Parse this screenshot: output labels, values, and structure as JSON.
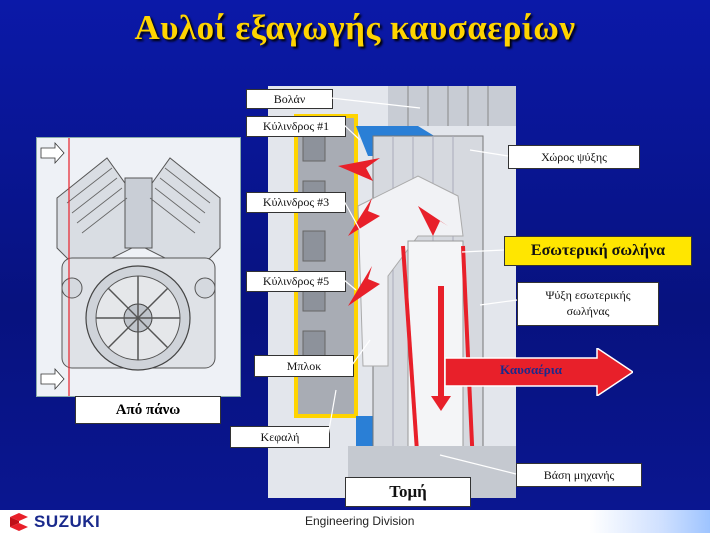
{
  "title": "Αυλοί εξαγωγής καυσαερίων",
  "labels": {
    "volan": "Βολάν",
    "cyl1": "Κύλινδρος #1",
    "cyl3": "Κύλινδρος #3",
    "cyl5": "Κύλινδρος #5",
    "block": "Μπλοκ",
    "head": "Κεφαλή",
    "cooling_space": "Χώρος ψύξης",
    "inner_pipe": "Εσωτερική σωλήνα",
    "inner_pipe_cooling_line1": "Ψύξη εσωτερικής",
    "inner_pipe_cooling_line2": "σωλήνας",
    "exhaust": "Καυσαέρια",
    "engine_base": "Βάση μηχανής",
    "section": "Τομή",
    "top_view": "Από πάνω"
  },
  "footer": {
    "brand": "SUZUKI",
    "division": "Engineering Division"
  },
  "colors": {
    "background": "#0a1496",
    "title": "#ffd400",
    "arrow": "#e8202a",
    "highlight": "#ffe600"
  }
}
